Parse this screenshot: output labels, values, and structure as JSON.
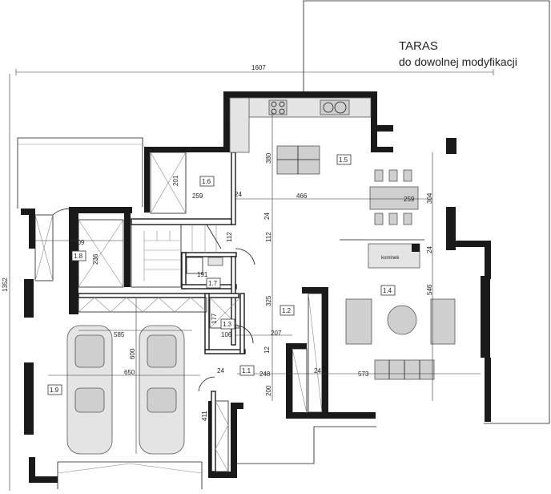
{
  "terrace": {
    "title": "TARAS",
    "subtitle": "do dowolnej modyfikacji"
  },
  "rooms": {
    "r1_1": "1.1",
    "r1_2": "1.2",
    "r1_3": "1.3",
    "r1_4": "1.4",
    "r1_5": "1.5",
    "r1_6": "1.6",
    "r1_7": "1.7",
    "r1_8": "1.8",
    "r1_9": "1.9"
  },
  "fireplace_label": "kominek",
  "dimensions": {
    "d1607": "1607",
    "d1352": "1352",
    "d309": "309",
    "d236": "236",
    "d201": "201",
    "d259a": "259",
    "d259b": "259",
    "d24a": "24",
    "d24b": "24",
    "d24c": "24",
    "d24d": "24",
    "d24e": "24",
    "d380": "380",
    "d466": "466",
    "d304": "304",
    "d112a": "112",
    "d112b": "112",
    "d191": "191",
    "d325": "325",
    "d546": "546",
    "d585": "585",
    "d177": "177",
    "d106": "106",
    "d207": "207",
    "d12": "12",
    "d600": "600",
    "d650": "650",
    "d248": "248",
    "d573": "573",
    "d200": "200",
    "d411": "411"
  }
}
